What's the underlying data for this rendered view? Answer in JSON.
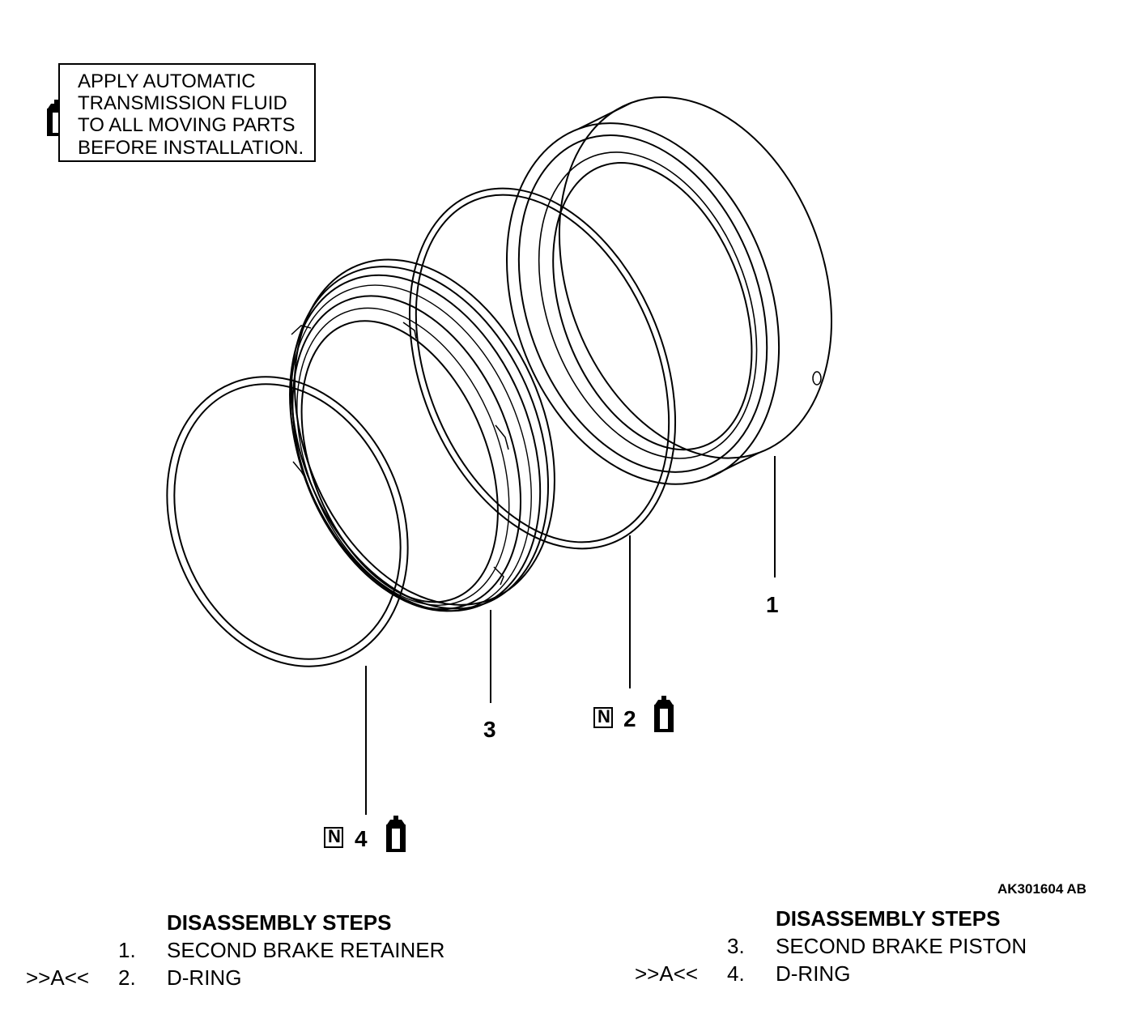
{
  "note": {
    "lines": [
      "APPLY AUTOMATIC",
      "TRANSMISSION FLUID",
      "TO ALL MOVING PARTS",
      "BEFORE INSTALLATION."
    ],
    "icon": "fluid-bottle-icon"
  },
  "callouts": {
    "part1": "1",
    "part2": "2",
    "part3": "3",
    "part4": "4",
    "n_mark": "N"
  },
  "figure_id": "AK301604 AB",
  "steps_left": {
    "heading": "DISASSEMBLY STEPS",
    "items": [
      {
        "marker": "",
        "num": "1.",
        "name": "SECOND BRAKE RETAINER"
      },
      {
        "marker": ">>A<<",
        "num": "2.",
        "name": "D-RING"
      }
    ]
  },
  "steps_right": {
    "heading": "DISASSEMBLY STEPS",
    "items": [
      {
        "marker": "",
        "num": "3.",
        "name": "SECOND BRAKE PISTON"
      },
      {
        "marker": ">>A<<",
        "num": "4.",
        "name": "D-RING"
      }
    ]
  }
}
